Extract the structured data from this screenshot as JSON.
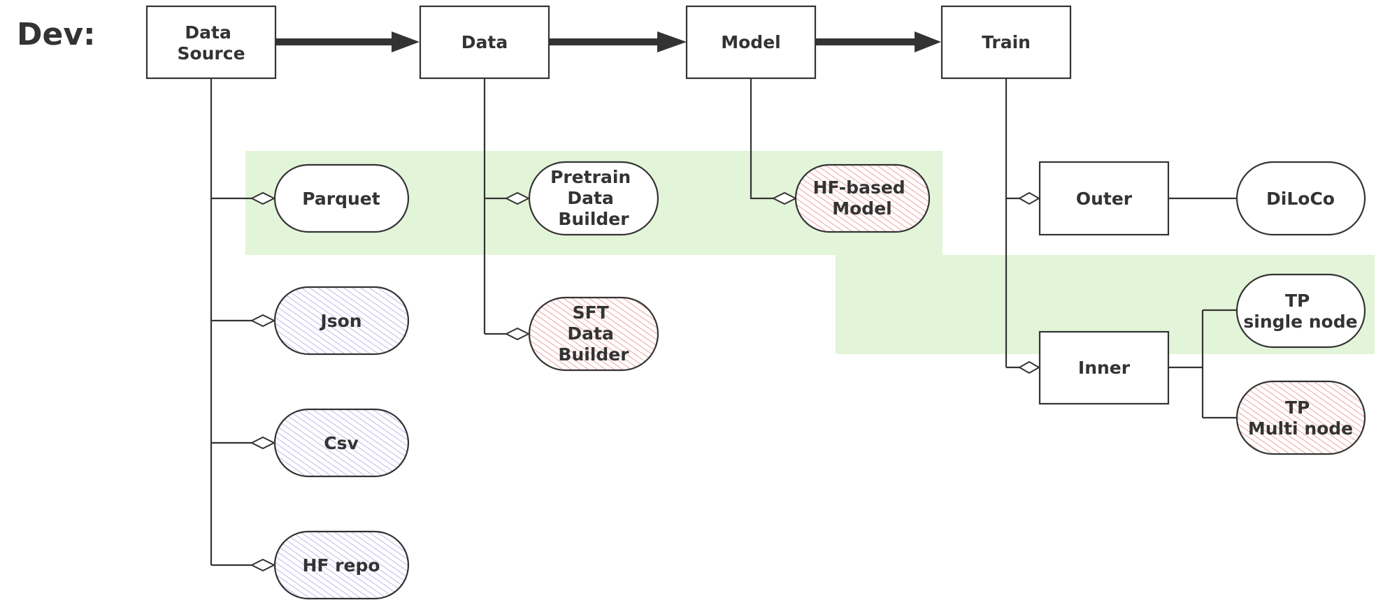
{
  "title": "Dev:",
  "colors": {
    "stroke": "#333333",
    "highlight": "#e3f5d9",
    "hatch_blue": "#a9a9ee",
    "hatch_red": "#ee8888",
    "text": "#333333"
  },
  "pipeline": [
    {
      "id": "data-source",
      "lines": [
        "Data",
        "Source"
      ]
    },
    {
      "id": "data",
      "lines": [
        "Data"
      ]
    },
    {
      "id": "model",
      "lines": [
        "Model"
      ]
    },
    {
      "id": "train",
      "lines": [
        "Train"
      ]
    }
  ],
  "nodes": [
    {
      "id": "parquet",
      "lines": [
        "Parquet"
      ],
      "fill": "none"
    },
    {
      "id": "json",
      "lines": [
        "Json"
      ],
      "fill": "blue"
    },
    {
      "id": "csv",
      "lines": [
        "Csv"
      ],
      "fill": "blue"
    },
    {
      "id": "hf-repo",
      "lines": [
        "HF repo"
      ],
      "fill": "blue"
    },
    {
      "id": "pretrain-data-builder",
      "lines": [
        "Pretrain",
        "Data",
        "Builder"
      ],
      "fill": "none"
    },
    {
      "id": "sft-data-builder",
      "lines": [
        "SFT",
        "Data",
        "Builder"
      ],
      "fill": "red"
    },
    {
      "id": "hf-based-model",
      "lines": [
        "HF-based",
        "Model"
      ],
      "fill": "red"
    },
    {
      "id": "outer",
      "lines": [
        "Outer"
      ],
      "fill": "none"
    },
    {
      "id": "diloco",
      "lines": [
        "DiLoCo"
      ],
      "fill": "none"
    },
    {
      "id": "inner",
      "lines": [
        "Inner"
      ],
      "fill": "none"
    },
    {
      "id": "tp-single-node",
      "lines": [
        "TP",
        "single node"
      ],
      "fill": "none"
    },
    {
      "id": "tp-multi-node",
      "lines": [
        "TP",
        "Multi node"
      ],
      "fill": "red"
    }
  ]
}
